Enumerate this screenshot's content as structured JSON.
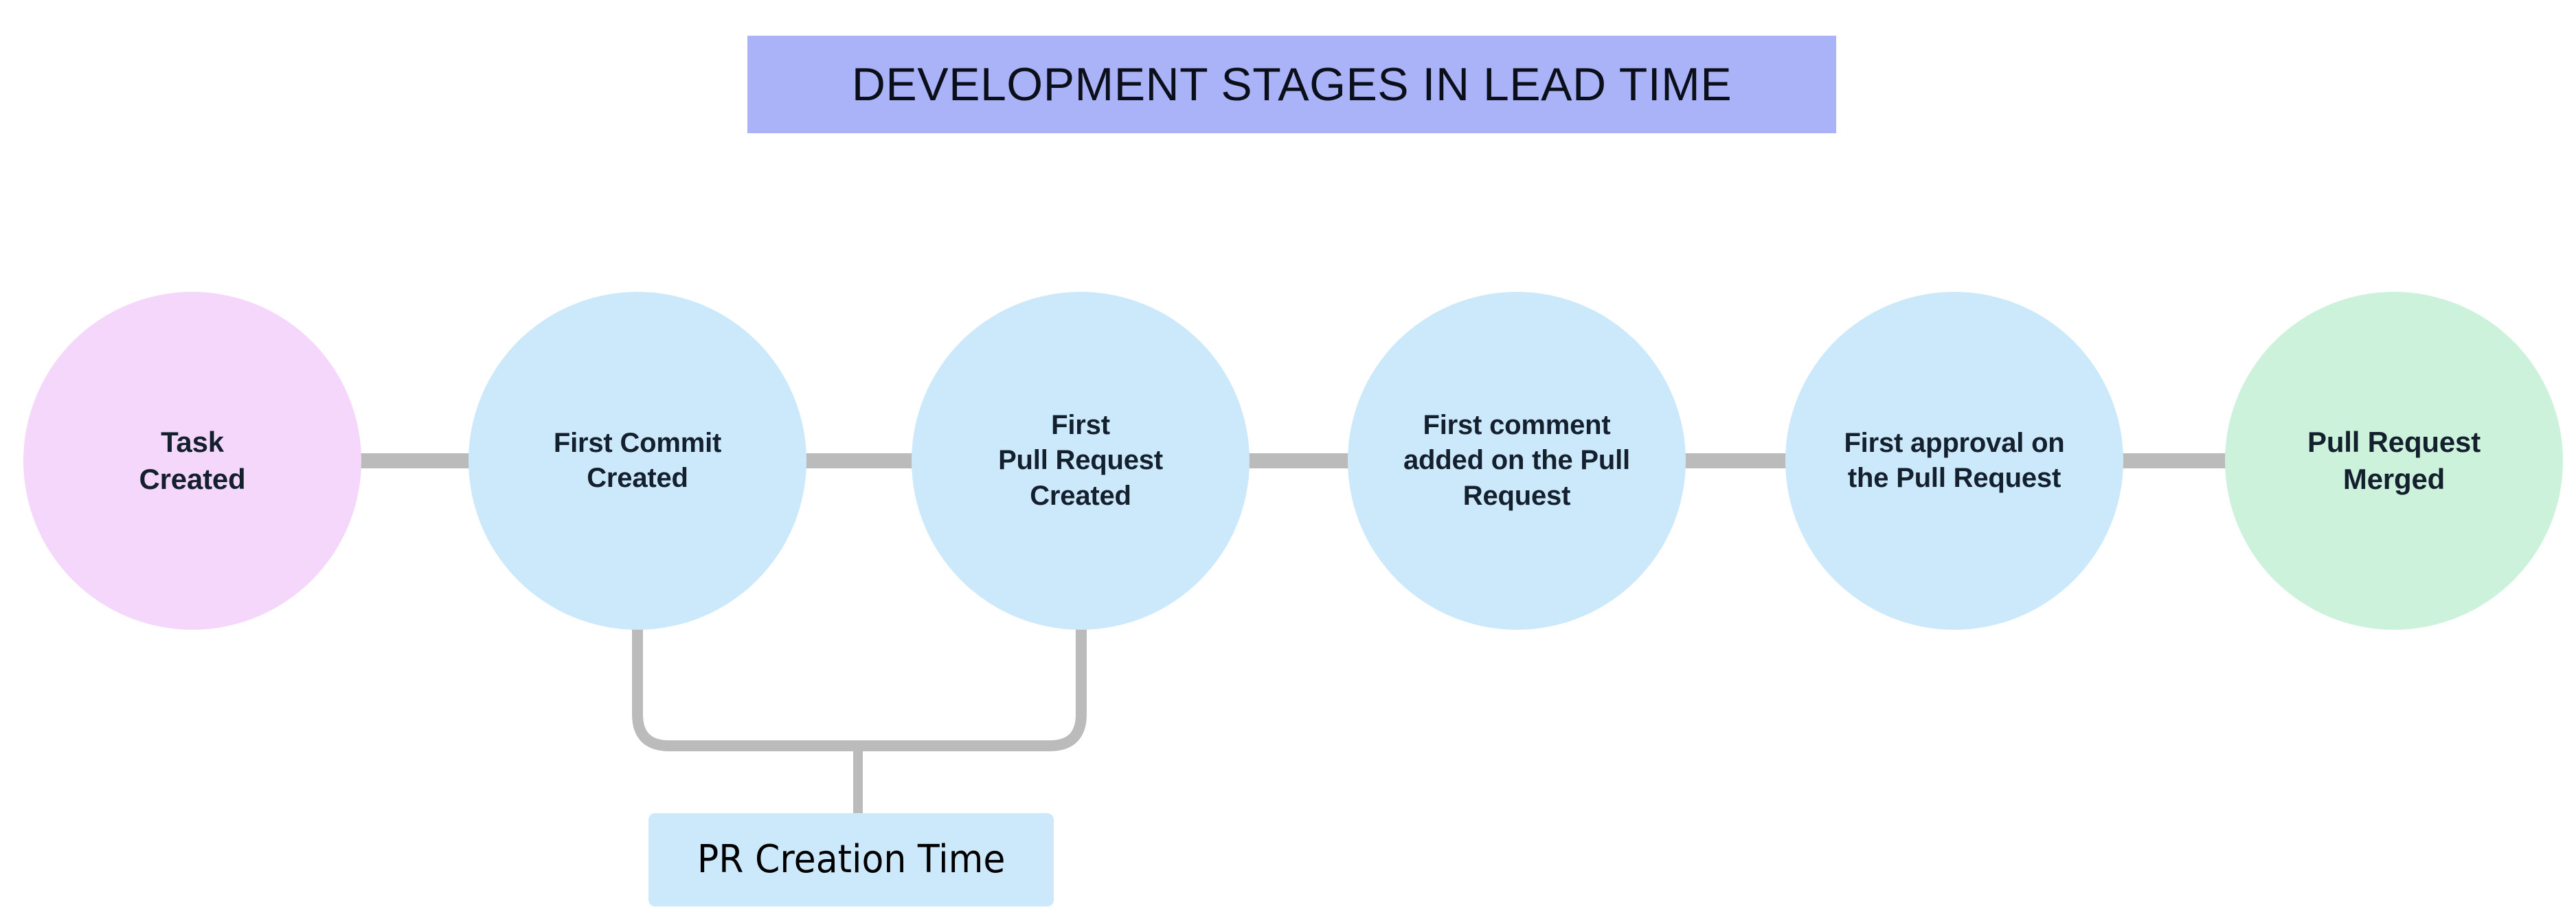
{
  "title": {
    "text": "DEVELOPMENT STAGES IN LEAD TIME",
    "background_color": "#aab3f8",
    "text_color": "#0b0f19"
  },
  "palette": {
    "start_node": "#f5d7fc",
    "middle_node": "#cce9fb",
    "end_node": "#ccf2dc",
    "connector": "#bbbbbb",
    "annotation_box": "#cce9fb",
    "node_text": "#14202e",
    "page_background": "#ffffff"
  },
  "diagram": {
    "type": "linear-flow",
    "orientation": "horizontal",
    "node_count": 6,
    "nodes": [
      {
        "id": "task-created",
        "label": "Task\nCreated",
        "shape": "circle",
        "color": "#f5d7fc"
      },
      {
        "id": "first-commit",
        "label": "First Commit\nCreated",
        "shape": "circle",
        "color": "#cce9fb"
      },
      {
        "id": "first-pr",
        "label": "First\nPull Request\nCreated",
        "shape": "circle",
        "color": "#cce9fb"
      },
      {
        "id": "first-comment",
        "label": "First comment\nadded on the Pull\nRequest",
        "shape": "circle",
        "color": "#cce9fb"
      },
      {
        "id": "first-approval",
        "label": "First approval on\nthe Pull Request",
        "shape": "circle",
        "color": "#cce9fb"
      },
      {
        "id": "pr-merged",
        "label": "Pull Request\nMerged",
        "shape": "circle",
        "color": "#ccf2dc"
      }
    ],
    "connectors": [
      {
        "from": "task-created",
        "to": "first-commit"
      },
      {
        "from": "first-commit",
        "to": "first-pr"
      },
      {
        "from": "first-pr",
        "to": "first-comment"
      },
      {
        "from": "first-comment",
        "to": "first-approval"
      },
      {
        "from": "first-approval",
        "to": "pr-merged"
      }
    ],
    "measurements": [
      {
        "id": "pr-creation-time",
        "label": "PR Creation Time",
        "spans_from": "first-commit",
        "spans_to": "first-pr",
        "style": "bracket-below"
      }
    ]
  }
}
